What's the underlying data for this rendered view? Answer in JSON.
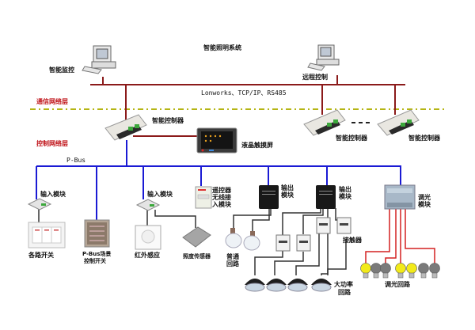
{
  "title": "智能照明系统",
  "network_label": "Lonworks、TCP/IP、RS485",
  "bus_label": "P-Bus",
  "layers": {
    "comm": "通信网络层",
    "control": "控制网络层"
  },
  "colors": {
    "network_line": "#8b1a1a",
    "bus_line": "#1a1ad4",
    "layer_label": "#c0141a",
    "divider": "#b5b514",
    "dimming_wire": "#d42020",
    "device_wire": "#333333",
    "bulb_on": "#f2ea1a",
    "bulb_off": "#7a7a7a"
  },
  "nodes": {
    "monitor_pc": "智能监控",
    "remote_pc": "远程控制",
    "controller_main": "智能控制器",
    "touch_screen": "液晶触摸屏",
    "controller_2": "智能控制器",
    "controller_3": "智能控制器",
    "input_module_1": "输入模块",
    "input_module_2": "输入模块",
    "remote_wireless_module": "遥控器无线接入模块",
    "output_module_1": "输出模块",
    "output_module_2": "输出模块",
    "dimming_module": "调光模块",
    "switches": "各路开关",
    "pbus_scene_switch_1": "P-Bus场景",
    "pbus_scene_switch_2": "控制开关",
    "ir_sensor": "红外感应",
    "light_sensor": "照度传感器",
    "normal_circuit": "普通回路",
    "contactor": "接触器",
    "high_power_1": "大功率",
    "high_power_2": "回路",
    "dimming_circuit": "调光回路"
  },
  "bulbs": [
    "on",
    "off",
    "off",
    "on",
    "on",
    "off",
    "off"
  ]
}
